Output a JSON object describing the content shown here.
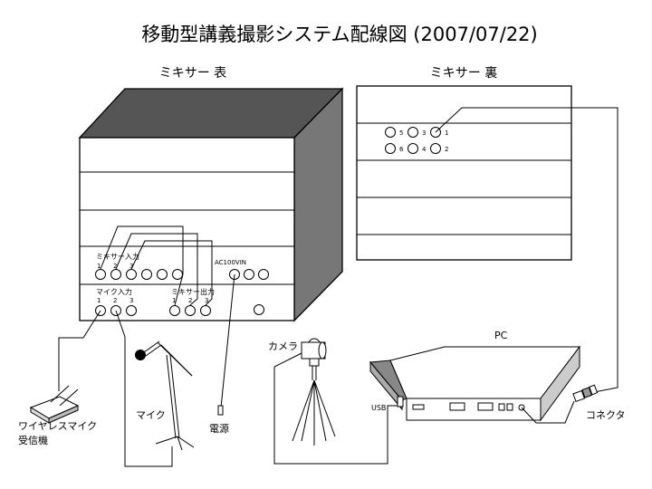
{
  "title": "移動型講義撮影システム配線図 (2007/07/22)",
  "mixer_front": {
    "heading": "ミキサー 表",
    "input_label": "ミキサー入力",
    "input_numbers": [
      "1",
      "2",
      "3"
    ],
    "ac_label": "AC100VIN",
    "mic_input_label": "マイク入力",
    "mic_input_numbers": [
      "1",
      "2",
      "3"
    ],
    "output_label": "ミキサー出力",
    "output_numbers": [
      "1",
      "2",
      "3"
    ]
  },
  "mixer_back": {
    "heading": "ミキサー 裏",
    "row1": [
      "5",
      "3",
      "1"
    ],
    "row2": [
      "6",
      "4",
      "2"
    ]
  },
  "wireless_label": [
    "ワイヤレスマイク",
    "受信機"
  ],
  "mic_label": "マイク",
  "power_label": "電源",
  "camera_label": "カメラ",
  "pc_label": "PC",
  "usb_label": "USB",
  "connector_label": "コネクタ"
}
